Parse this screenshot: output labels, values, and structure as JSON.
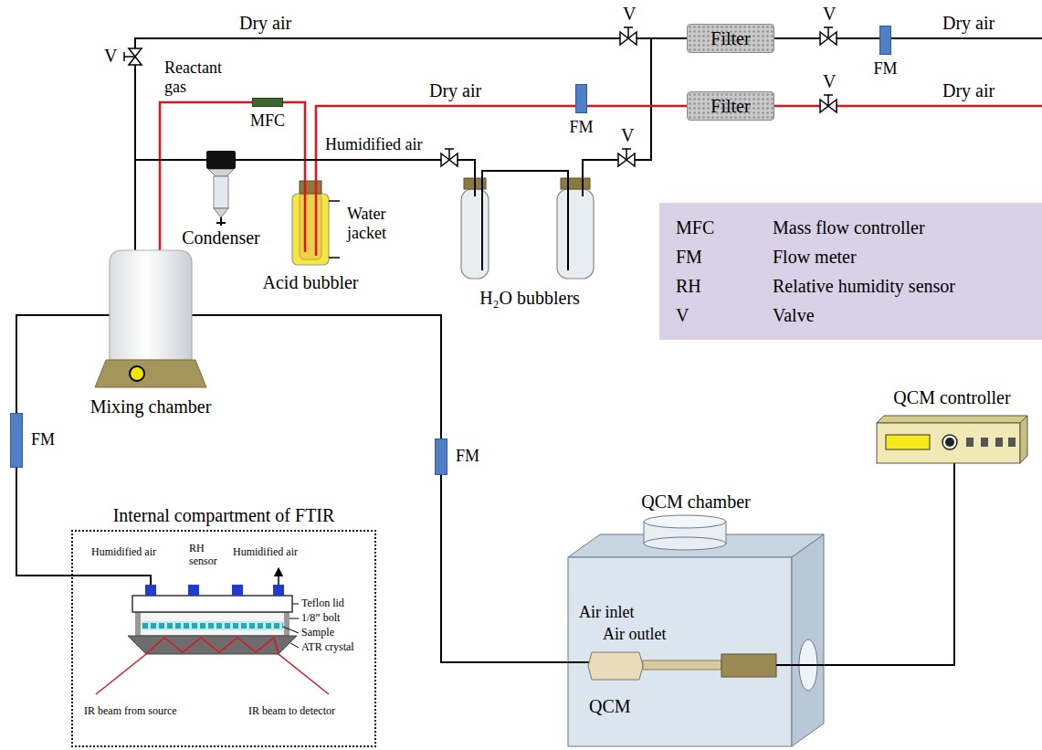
{
  "diagram": {
    "nodes": [
      {
        "text": [
          "Filter"
        ]
      },
      {
        "text": [
          "FM"
        ]
      },
      {
        "text": [
          "Filter"
        ]
      },
      {
        "text": [
          "FM"
        ]
      },
      {
        "text": [
          "MFC"
        ]
      },
      {
        "text": [
          "Water jacket",
          "Acid bubbler"
        ]
      },
      {
        "text": [
          "H₂O bubblers"
        ]
      },
      {
        "text": [
          "Condenser"
        ]
      },
      {
        "text": [
          "Mixing chamber"
        ]
      },
      {
        "text": [
          "MFC",
          "Mass flow controller",
          "FM",
          "Flow meter",
          "RH",
          "Relative humidity sensor",
          "V",
          "Valve"
        ]
      },
      {
        "text": [
          "FM"
        ]
      },
      {
        "text": [
          "FM"
        ]
      },
      {
        "text": [
          "Internal compartment of FTIR"
        ]
      },
      {
        "text": [
          "QCM controller"
        ]
      },
      {
        "text": [
          "QCM chamber"
        ]
      }
    ],
    "edges": [
      {
        "from": 1,
        "to": 0,
        "arrow": "none"
      },
      {
        "from": 0,
        "to": 6,
        "arrow": "none"
      },
      {
        "from": 0,
        "to": 8,
        "arrow": "none"
      },
      {
        "from": 2,
        "to": 3,
        "arrow": "none"
      },
      {
        "from": 3,
        "to": 5,
        "arrow": "none"
      },
      {
        "from": 5,
        "to": 4,
        "arrow": "none"
      },
      {
        "from": 4,
        "to": 8,
        "arrow": "none"
      },
      {
        "from": 6,
        "to": 7,
        "arrow": "none"
      },
      {
        "from": 7,
        "to": 8,
        "arrow": "none"
      },
      {
        "from": 8,
        "to": 10,
        "arrow": "none"
      },
      {
        "from": 10,
        "to": 12,
        "arrow": "none"
      },
      {
        "from": 8,
        "to": 11,
        "arrow": "none"
      },
      {
        "from": 11,
        "to": 14,
        "arrow": "none"
      },
      {
        "from": 14,
        "to": 13,
        "arrow": "none"
      }
    ],
    "labels": [
      "Dry air",
      "Dry air",
      "Dry air",
      "Dry air",
      "V",
      "V",
      "V",
      "V",
      "V",
      "Reactant gas",
      "Humidified air",
      "Humidified air",
      "RH sensor",
      "Humidified air",
      "Teflon lid",
      "1/8” bolt",
      "Sample",
      "ATR crystal",
      "IR beam from source",
      "IR beam to detector",
      "Air inlet",
      "Air outlet",
      "QCM"
    ]
  }
}
